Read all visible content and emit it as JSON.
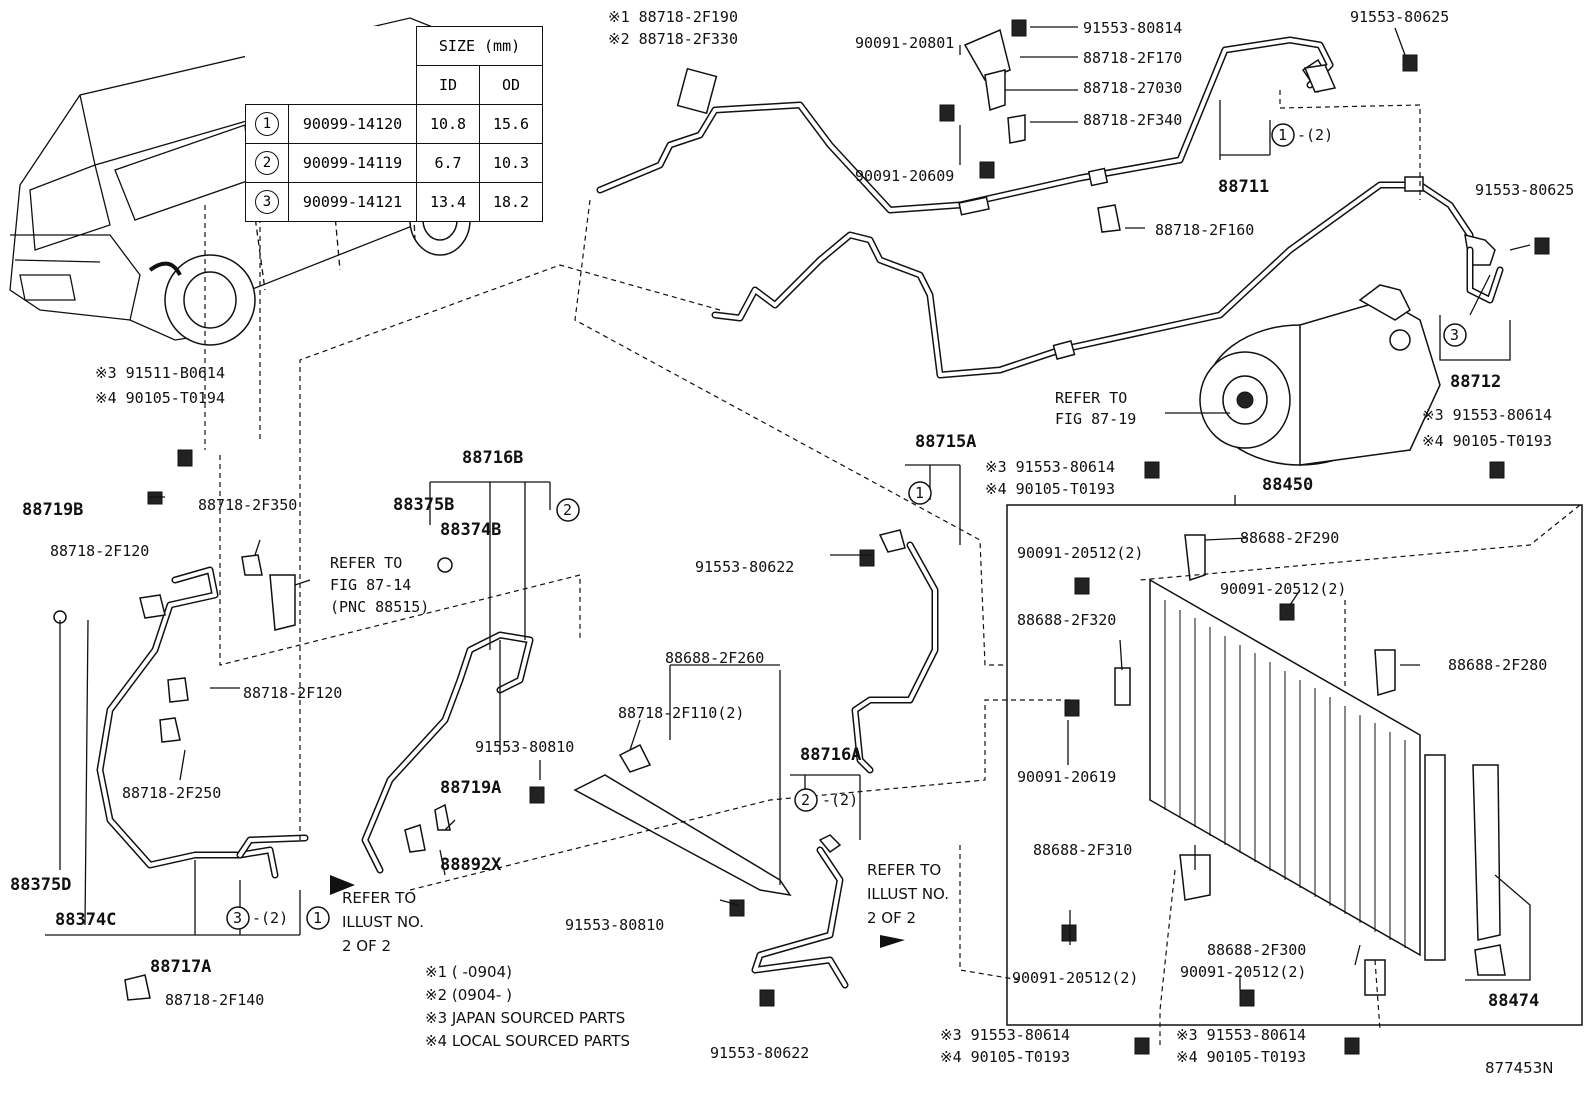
{
  "size_table": {
    "title": "SIZE (mm)",
    "col_id": "ID",
    "col_od": "OD",
    "rows": [
      {
        "mark": "1",
        "part": "90099-14120",
        "id": "10.8",
        "od": "15.6"
      },
      {
        "mark": "2",
        "part": "90099-14119",
        "id": "6.7",
        "od": "10.3"
      },
      {
        "mark": "3",
        "part": "90099-14121",
        "id": "13.4",
        "od": "18.2"
      }
    ]
  },
  "labels": {
    "l1": "※1 88718-2F190",
    "l2": "※2 88718-2F330",
    "l3": "90091-20801",
    "l4": "91553-80814",
    "l5": "88718-2F170",
    "l6": "88718-27030",
    "l7": "88718-2F340",
    "l8": "90091-20609",
    "l9": "91553-80625",
    "l10": "88711",
    "l11": "-(2)",
    "l12": "88718-2F160",
    "l13": "91553-80625",
    "l14": "88712",
    "l15": "REFER TO",
    "l16": "FIG 87-19",
    "l17": "※3 91553-80614",
    "l18": "※4 90105-T0193",
    "l19": "88450",
    "l20": "※3 91511-B0614",
    "l21": "※4 90105-T0194",
    "l22": "88719B",
    "l23": "88718-2F350",
    "l24": "88718-2F120",
    "l25": "88716B",
    "l26": "88375B",
    "l27": "88374B",
    "l28": "REFER TO",
    "l29": "FIG 87-14",
    "l30": "(PNC 88515)",
    "l31": "88715A",
    "l32": "※3 91553-80614",
    "l33": "※4 90105-T0193",
    "l34": "91553-80622",
    "l35": "88688-2F290",
    "l36": "90091-20512(2)",
    "l37": "90091-20512(2)",
    "l38": "88688-2F320",
    "l39": "88688-2F280",
    "l40": "88718-2F120",
    "l41": "88718-2F250",
    "l42": "88688-2F260",
    "l43": "88718-2F110(2)",
    "l44": "91553-80810",
    "l45": "88719A",
    "l46": "88892X",
    "l47": "88716A",
    "l48": "-(2)",
    "l49": "90091-20619",
    "l50": "88375D",
    "l51": "88374C",
    "l52": "-(2)",
    "l53": "REFER TO",
    "l54": "ILLUST NO.",
    "l55": "2 OF 2",
    "l56": "88717A",
    "l57": "88718-2F140",
    "l58": "91553-80810",
    "l59": "REFER TO",
    "l60": "ILLUST NO.",
    "l61": "2 OF 2",
    "l62": "88688-2F310",
    "l63": "88688-2F300",
    "l64": "90091-20512(2)",
    "l65": "90091-20512(2)",
    "l66": "88474",
    "l67": "91553-80622",
    "l68": "※3 91553-80614",
    "l69": "※4 90105-T0193",
    "l70": "※3 91553-80614",
    "l71": "※4 90105-T0193",
    "l72": "877453N"
  },
  "circles": {
    "c1": "1",
    "c2": "2",
    "c3": "3"
  },
  "footnotes": {
    "n1": "※1 (      -0904)",
    "n2": "※2 (0904-      )",
    "n3": "※3 JAPAN SOURCED PARTS",
    "n4": "※4 LOCAL SOURCED PARTS"
  }
}
